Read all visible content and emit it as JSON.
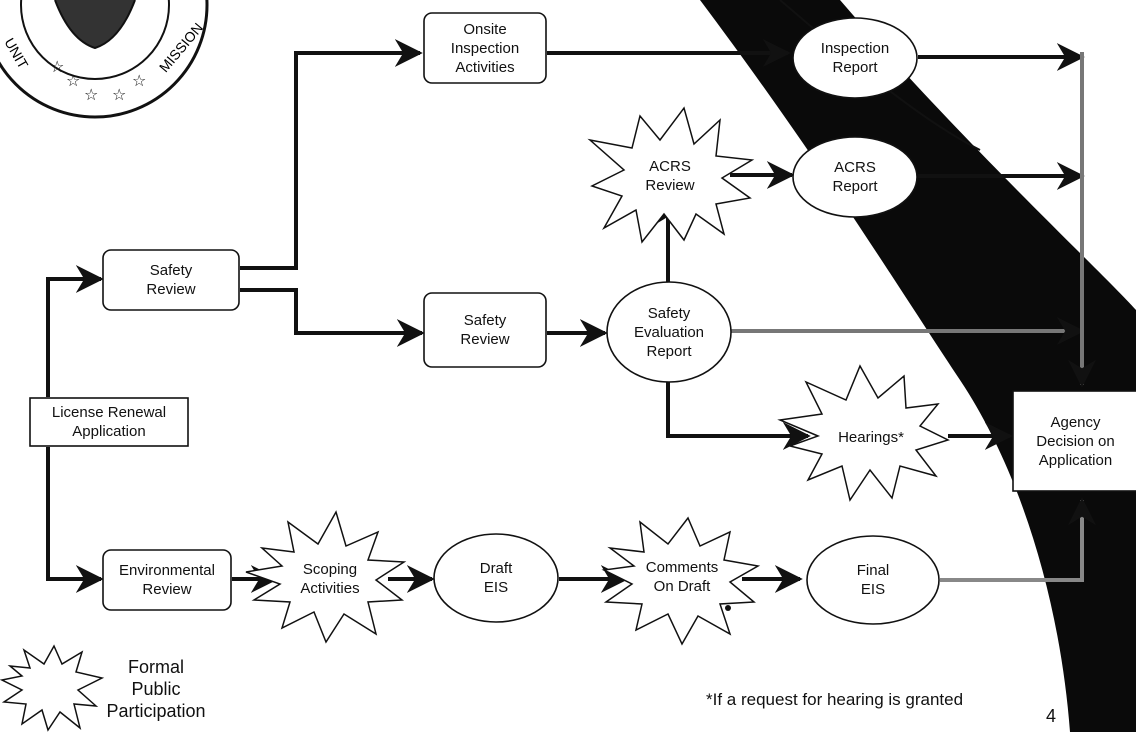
{
  "nodes": {
    "license_renewal": [
      "License Renewal",
      "Application"
    ],
    "safety_review_1": [
      "Safety",
      "Review"
    ],
    "environmental_review": [
      "Environmental",
      "Review"
    ],
    "onsite_inspection": [
      "Onsite",
      "Inspection",
      "Activities"
    ],
    "safety_review_2": [
      "Safety",
      "Review"
    ],
    "inspection_report": [
      "Inspection",
      "Report"
    ],
    "acrs_review": [
      "ACRS",
      "Review"
    ],
    "acrs_report": [
      "ACRS",
      "Report"
    ],
    "safety_evaluation_report": [
      "Safety",
      "Evaluation",
      "Report"
    ],
    "hearings": [
      "Hearings*"
    ],
    "agency_decision": [
      "Agency",
      "Decision on",
      "Application"
    ],
    "scoping_activities": [
      "Scoping",
      "Activities"
    ],
    "draft_eis": [
      "Draft",
      "EIS"
    ],
    "comments_on_draft": [
      "Comments",
      "On Draft"
    ],
    "final_eis": [
      "Final",
      "EIS"
    ]
  },
  "legend": {
    "label": [
      "Formal",
      "Public",
      "Participation"
    ]
  },
  "footnote": "*If a request for hearing is granted",
  "page_number": "4",
  "seal": {
    "partial_text_left": "UNIT",
    "partial_text_right": "MISSION"
  },
  "colors": {
    "stroke": "#111111",
    "background": "#ffffff",
    "dark_band": "#0a0a0a"
  }
}
